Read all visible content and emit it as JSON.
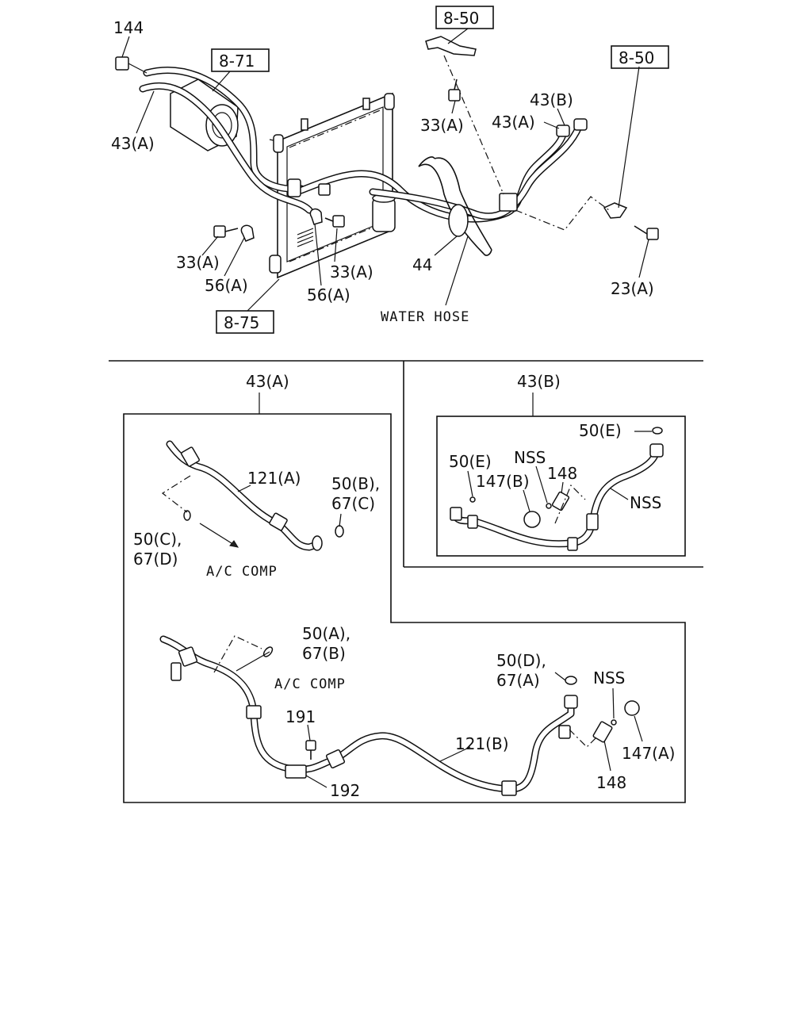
{
  "top_view": {
    "labels": {
      "bolt_144": "144",
      "pipe_43a_left": "43(A)",
      "pipe_43a_right": "43(A)",
      "pipe_43b": "43(B)",
      "bolt_33a_top": "33(A)",
      "bolt_33a_left": "33(A)",
      "bolt_33a_mid": "33(A)",
      "clip_56a_left": "56(A)",
      "clip_56a_mid": "56(A)",
      "clamp_44": "44",
      "water_hose": "WATER HOSE",
      "bolt_23a": "23(A)"
    },
    "refs": {
      "ref_8_71": "8-71",
      "ref_8_50_top": "8-50",
      "ref_8_50_right": "8-50",
      "ref_8_75": "8-75"
    }
  },
  "detail_43a": {
    "title": "43(A)",
    "labels": {
      "hose_121a": "121(A)",
      "oring_50b": "50(B),",
      "oring_67c": "67(C)",
      "oring_50c": "50(C),",
      "oring_67d": "67(D)",
      "ac_comp_upper": "A/C COMP",
      "oring_50a": "50(A),",
      "oring_67b": "67(B)",
      "ac_comp_lower": "A/C COMP",
      "oring_50d": "50(D),",
      "oring_67a": "67(A)",
      "nss": "NSS",
      "bolt_191": "191",
      "hose_121b": "121(B)",
      "bracket_192": "192",
      "valve_148": "148",
      "cap_147a": "147(A)"
    }
  },
  "detail_43b": {
    "title": "43(B)",
    "labels": {
      "oring_50e_top": "50(E)",
      "oring_50e_left": "50(E)",
      "nss_top": "NSS",
      "cap_147b": "147(B)",
      "valve_148": "148",
      "nss_right": "NSS"
    }
  }
}
